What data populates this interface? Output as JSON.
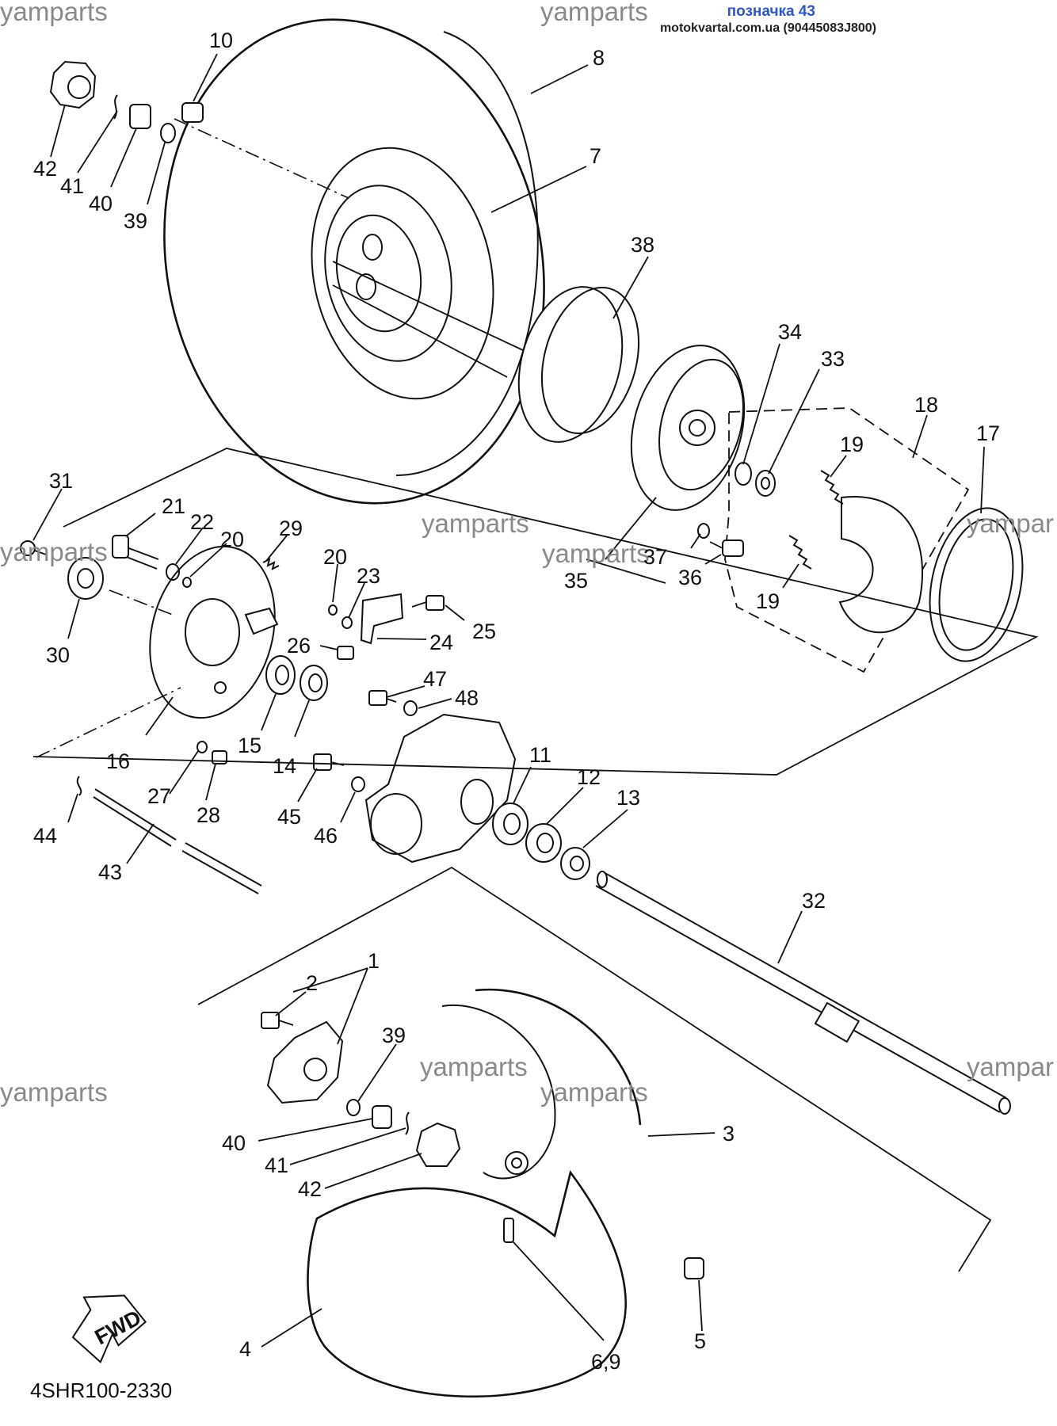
{
  "header": {
    "page_label": "позначка 43",
    "site_line": "motokvartal.com.ua (90445083J800)"
  },
  "drawing_code": "4SHR100-2330",
  "fwd_label": "FWD",
  "watermarks": [
    {
      "id": "wm1",
      "text": "yamparts"
    },
    {
      "id": "wm2",
      "text": "yamparts"
    },
    {
      "id": "wm3",
      "text": "yamparts"
    },
    {
      "id": "wm4",
      "text": "yamparts"
    },
    {
      "id": "wm5",
      "text": "yamparts"
    },
    {
      "id": "wm6",
      "text": "yampar"
    },
    {
      "id": "wm7",
      "text": "yamparts"
    },
    {
      "id": "wm8",
      "text": "yamparts"
    },
    {
      "id": "wm9",
      "text": "yamparts"
    },
    {
      "id": "wm10",
      "text": "yampar"
    }
  ],
  "callouts": [
    {
      "id": "c10",
      "text": "10"
    },
    {
      "id": "c8",
      "text": "8"
    },
    {
      "id": "c42a",
      "text": "42"
    },
    {
      "id": "c41a",
      "text": "41"
    },
    {
      "id": "c40a",
      "text": "40"
    },
    {
      "id": "c39a",
      "text": "39"
    },
    {
      "id": "c7",
      "text": "7"
    },
    {
      "id": "c38",
      "text": "38"
    },
    {
      "id": "c34",
      "text": "34"
    },
    {
      "id": "c33",
      "text": "33"
    },
    {
      "id": "c18",
      "text": "18"
    },
    {
      "id": "c17",
      "text": "17"
    },
    {
      "id": "c19a",
      "text": "19"
    },
    {
      "id": "c19b",
      "text": "19"
    },
    {
      "id": "c37",
      "text": "37"
    },
    {
      "id": "c36",
      "text": "36"
    },
    {
      "id": "c35",
      "text": "35"
    },
    {
      "id": "c31",
      "text": "31"
    },
    {
      "id": "c21",
      "text": "21"
    },
    {
      "id": "c22",
      "text": "22"
    },
    {
      "id": "c20a",
      "text": "20"
    },
    {
      "id": "c29",
      "text": "29"
    },
    {
      "id": "c20b",
      "text": "20"
    },
    {
      "id": "c23",
      "text": "23"
    },
    {
      "id": "c30",
      "text": "30"
    },
    {
      "id": "c26",
      "text": "26"
    },
    {
      "id": "c24",
      "text": "24"
    },
    {
      "id": "c25",
      "text": "25"
    },
    {
      "id": "c47",
      "text": "47"
    },
    {
      "id": "c48",
      "text": "48"
    },
    {
      "id": "c16",
      "text": "16"
    },
    {
      "id": "c15",
      "text": "15"
    },
    {
      "id": "c14",
      "text": "14"
    },
    {
      "id": "c11",
      "text": "11"
    },
    {
      "id": "c12",
      "text": "12"
    },
    {
      "id": "c13",
      "text": "13"
    },
    {
      "id": "c27",
      "text": "27"
    },
    {
      "id": "c28",
      "text": "28"
    },
    {
      "id": "c45",
      "text": "45"
    },
    {
      "id": "c46",
      "text": "46"
    },
    {
      "id": "c44",
      "text": "44"
    },
    {
      "id": "c43",
      "text": "43"
    },
    {
      "id": "c32",
      "text": "32"
    },
    {
      "id": "c1",
      "text": "1"
    },
    {
      "id": "c2",
      "text": "2"
    },
    {
      "id": "c39b",
      "text": "39"
    },
    {
      "id": "c3",
      "text": "3"
    },
    {
      "id": "c40b",
      "text": "40"
    },
    {
      "id": "c41b",
      "text": "41"
    },
    {
      "id": "c42b",
      "text": "42"
    },
    {
      "id": "c5",
      "text": "5"
    },
    {
      "id": "c4",
      "text": "4"
    },
    {
      "id": "c69",
      "text": "6,9"
    }
  ]
}
